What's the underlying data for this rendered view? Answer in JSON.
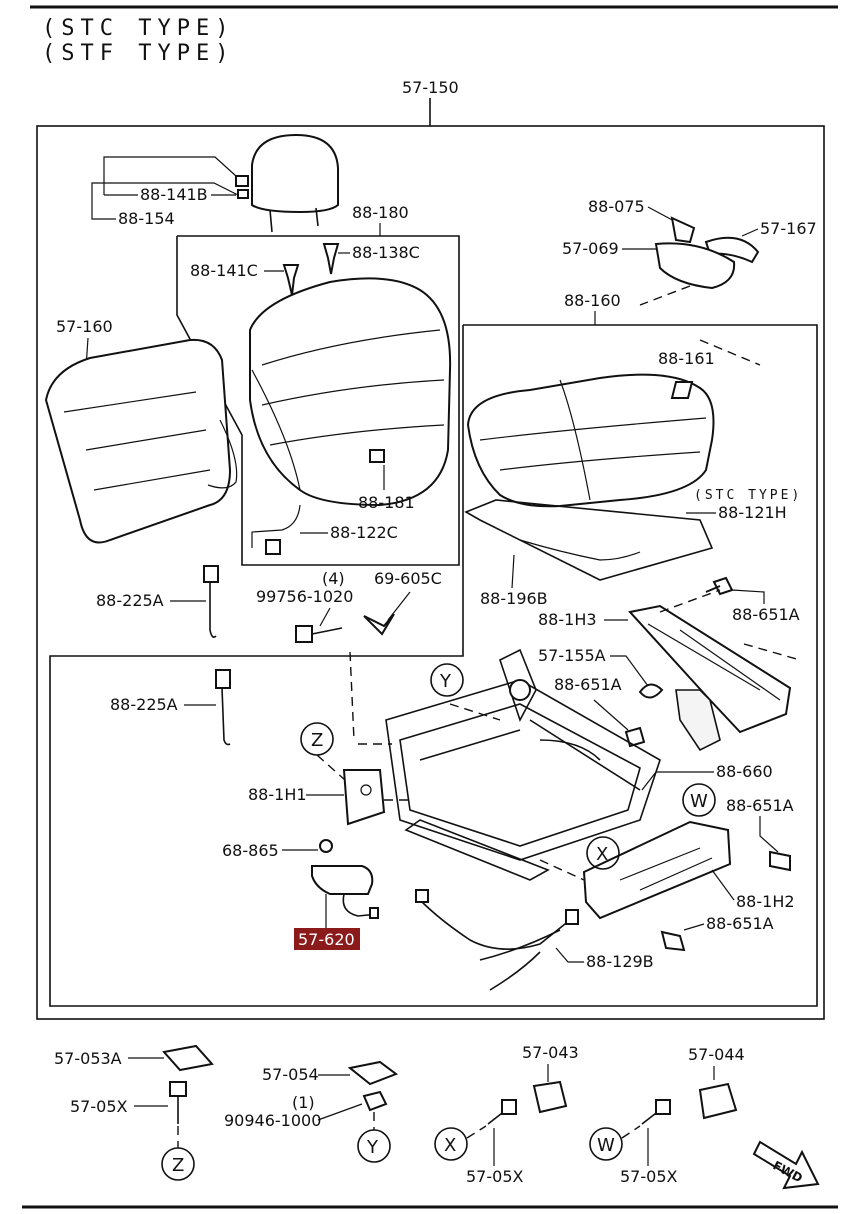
{
  "header": {
    "line1": "(STC TYPE)",
    "line2": "(STF TYPE)"
  },
  "variant_label": "(STC TYPE)",
  "callouts": {
    "c_57_150": "57-150",
    "c_88_141B": "88-141B",
    "c_88_154": "88-154",
    "c_88_180": "88-180",
    "c_88_141C": "88-141C",
    "c_88_138C": "88-138C",
    "c_57_160": "57-160",
    "c_88_181": "88-181",
    "c_88_122C": "88-122C",
    "c_88_075": "88-075",
    "c_57_167": "57-167",
    "c_57_069": "57-069",
    "c_88_160": "88-160",
    "c_88_161": "88-161",
    "c_88_121H": "88-121H",
    "c_88_196B": "88-196B",
    "c_88_225A_1": "88-225A",
    "c_qty_4": "(4)",
    "c_99756_1020": "99756-1020",
    "c_69_605C": "69-605C",
    "c_88_1H3": "88-1H3",
    "c_88_651A_1": "88-651A",
    "c_57_155A": "57-155A",
    "c_88_651A_2": "88-651A",
    "c_88_225A_2": "88-225A",
    "c_88_660": "88-660",
    "c_88_1H1": "88-1H1",
    "c_88_651A_3": "88-651A",
    "c_68_865": "68-865",
    "c_88_1H2": "88-1H2",
    "c_88_651A_4": "88-651A",
    "c_57_620": "57-620",
    "c_88_129B": "88-129B",
    "c_57_053A": "57-053A",
    "c_57_054": "57-054",
    "c_57_043": "57-043",
    "c_57_044": "57-044",
    "c_57_05X_1": "57-05X",
    "c_qty_1": "(1)",
    "c_90946_1000": "90946-1000",
    "c_57_05X_2": "57-05X",
    "c_57_05X_3": "57-05X"
  },
  "markers": {
    "Y": "Y",
    "Z": "Z",
    "X": "X",
    "W": "W",
    "Z_bottom": "Z",
    "Y_bottom": "Y",
    "X_bottom": "X",
    "W_bottom": "W"
  },
  "fwd_label": "FWD",
  "highlight": {
    "part": "57-620",
    "background_color": "#8b1a1a",
    "text_color": "#ffffff"
  }
}
